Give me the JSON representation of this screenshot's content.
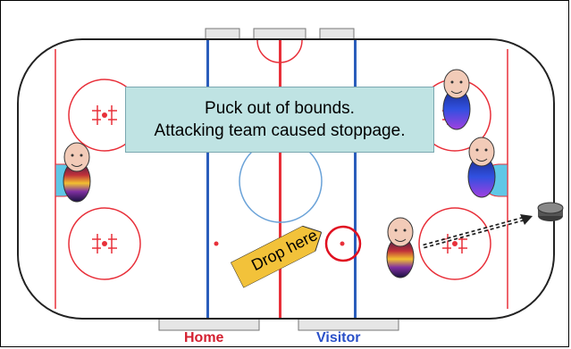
{
  "message": {
    "line1": "Puck out of bounds.",
    "line2": "Attacking team caused stoppage."
  },
  "benches": {
    "home": "Home",
    "visitor": "Visitor"
  },
  "drop_label": "Drop here",
  "colors": {
    "red_line": "#e8303a",
    "blue_line": "#2a5dbb",
    "home_text": "#d42030",
    "visitor_text": "#2a50c8",
    "callout": "#f2c23a",
    "message_bg": "#bfe3e3"
  },
  "icons": [
    "player-icon",
    "puck-icon",
    "faceoff-target-circle"
  ]
}
